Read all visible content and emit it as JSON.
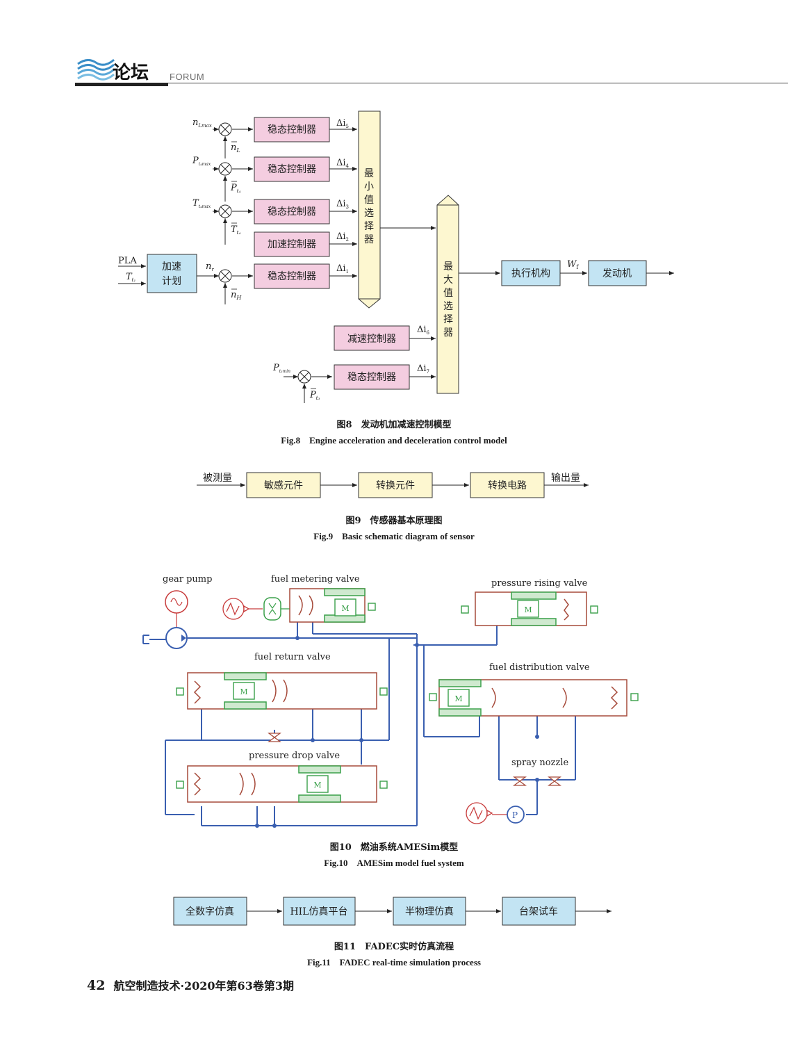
{
  "header": {
    "section_cn": "论坛",
    "section_en": "FORUM"
  },
  "fig8": {
    "caption_cn": "图8　发动机加减速控制模型",
    "caption_en": "Fig.8　Engine acceleration and deceleration control model",
    "steady_label": "稳态控制器",
    "accel_label": "加速控制器",
    "decel_label": "减速控制器",
    "accel_plan": [
      "加速",
      "计划"
    ],
    "min_selector": [
      "最",
      "小",
      "值",
      "选",
      "择",
      "器"
    ],
    "max_selector": [
      "最",
      "大",
      "值",
      "选",
      "择",
      "器"
    ],
    "actuator": "执行机构",
    "engine": "发动机",
    "pla": "PLA",
    "wf": "W",
    "wf_sub": "f",
    "inputs": {
      "nl_max": "n",
      "nl_max_sub": "Lmax",
      "nl_fb": "n",
      "nl_fb_sub": "L",
      "pt_max": "P",
      "pt_max_sub": "t₄max",
      "pt_fb": "P",
      "pt_fb_sub": "t₄",
      "tt_max": "T",
      "tt_max_sub": "t₄max",
      "tt_fb": "T",
      "tt_fb_sub": "t₄",
      "t_in": "T",
      "t_in_sub": "t₁",
      "nr": "n",
      "nr_sub": "r",
      "nh_fb": "n",
      "nh_fb_sub": "H",
      "pt_min": "P",
      "pt_min_sub": "t₃min",
      "pt3_fb": "P",
      "pt3_fb_sub": "t₃"
    },
    "deltas": [
      "Δi",
      "Δi",
      "Δi",
      "Δi",
      "Δi",
      "Δi",
      "Δi"
    ],
    "delta_subs": [
      "5",
      "4",
      "3",
      "2",
      "1",
      "6",
      "7"
    ]
  },
  "fig9": {
    "caption_cn": "图9　传感器基本原理图",
    "caption_en": "Fig.9　Basic schematic diagram of sensor",
    "input": "被测量",
    "blocks": [
      "敏感元件",
      "转换元件",
      "转换电路"
    ],
    "output": "输出量"
  },
  "fig10": {
    "caption_cn": "图10　燃油系统AMESim模型",
    "caption_en": "Fig.10　AMESim model fuel system",
    "labels": {
      "gear_pump": "gear pump",
      "fuel_metering": "fuel metering valve",
      "pressure_rising": "pressure rising valve",
      "fuel_return": "fuel return valve",
      "fuel_distribution": "fuel distribution valve",
      "pressure_drop": "pressure drop valve",
      "spray_nozzle": "spray nozzle"
    },
    "m_symbol": "M",
    "p_symbol": "P"
  },
  "fig11": {
    "caption_cn": "图11　FADEC实时仿真流程",
    "caption_en": "Fig.11　FADEC real-time simulation process",
    "steps": [
      "全数字仿真",
      "HIL仿真平台",
      "半物理仿真",
      "台架试车"
    ]
  },
  "footer": {
    "page": "42",
    "journal": "航空制造技术·2020年第63卷第3期"
  },
  "colors": {
    "pink": "#f4cde0",
    "yellow": "#fdf7d0",
    "blue": "#c3e4f3",
    "valve_red": "#a64a3a",
    "line_blue": "#3a5fb0",
    "green": "#3aa04a"
  }
}
